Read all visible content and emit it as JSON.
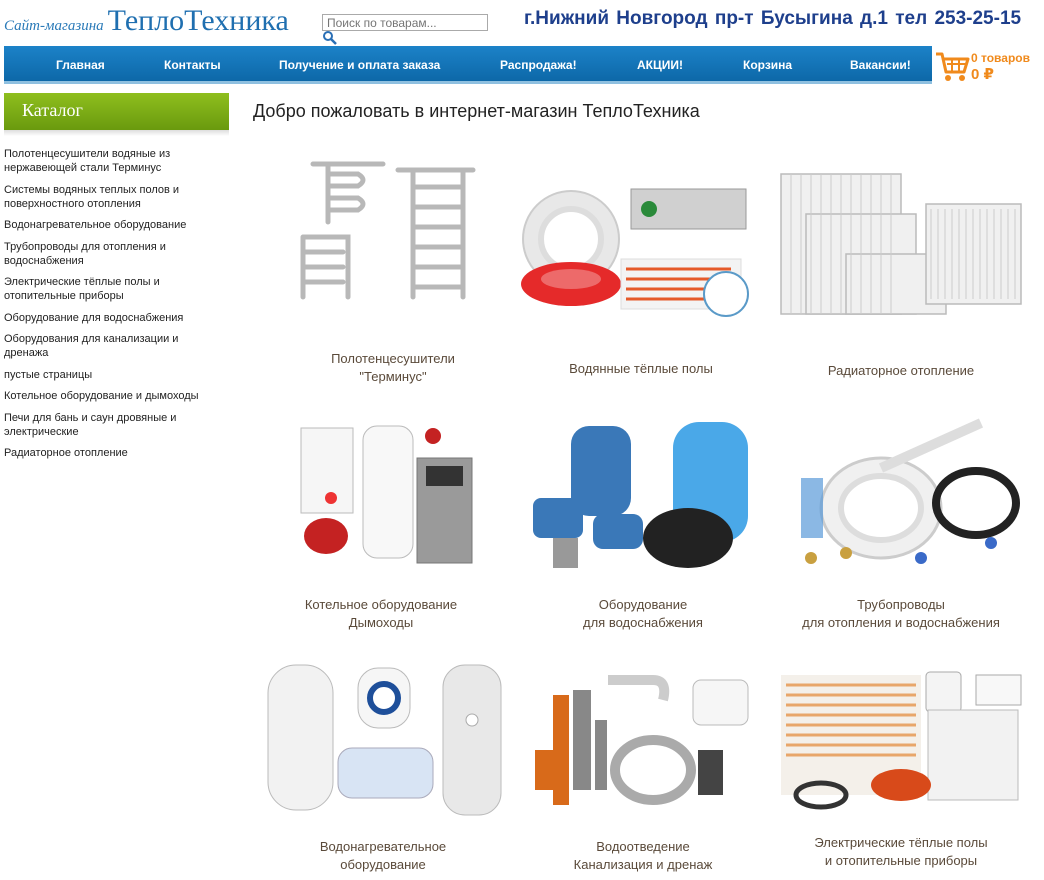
{
  "header": {
    "logo_small": "Сайт-магазина",
    "logo_big": "ТеплоТехника",
    "search_placeholder": "Поиск по товарам...",
    "contact": "г.Нижний Новгород   пр-т Бусыгина д.1   тел 253-25-15"
  },
  "nav": {
    "items": [
      "Главная",
      "Контакты",
      "Получение и оплата заказа",
      "Распродажа!",
      "АКЦИИ!",
      "Корзина",
      "Вакансии!"
    ]
  },
  "cart": {
    "count": "0 товаров",
    "sum": "0 ₽",
    "accent": "#f08a1c"
  },
  "sidebar": {
    "title": "Каталог",
    "items": [
      "Полотенцесушители водяные из нержавеющей стали Терминус",
      "Системы водяных теплых полов и поверхностного отопления",
      "Водонагревательное оборудование",
      "Трубопроводы для отопления и водоснабжения",
      "Электрические тёплые полы и отопительные приборы",
      "Оборудование для водоснабжения",
      "Оборудования для канализации и дренажа",
      "пустые страницы",
      "Котельное оборудование и дымоходы",
      "Печи для бань и саун дровяные и электрические",
      "Радиаторное отопление"
    ]
  },
  "main": {
    "welcome": "Добро пожаловать в интернет-магазин ТеплоТехника",
    "products": [
      "Полотенцесушители\n\"Терминус\"",
      "Водянные тёплые полы",
      "Радиаторное отопление",
      "Котельное оборудование\nДымоходы",
      "Оборудование\nдля водоснабжения",
      "Трубопроводы\nдля отопления и водоснабжения",
      "Водонагревательное\nоборудование",
      "Водоотведение\nКанализация и дренаж",
      "Электрические тёплые полы\nи отопительные приборы"
    ]
  },
  "colors": {
    "nav": "#1c82c8",
    "catalog": "#8fbf1e",
    "contact": "#1e3f8c",
    "logo": "#1f6fb0"
  }
}
